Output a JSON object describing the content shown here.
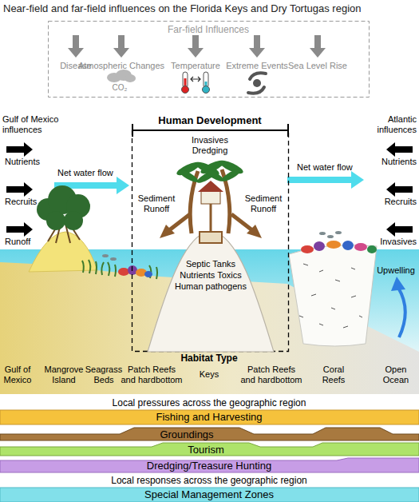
{
  "diagram": {
    "title": "Near-field and far-field influences on the Florida Keys and Dry Tortugas region",
    "nodes": [
      {
        "text": [
          "Far-field Influences"
        ]
      },
      {
        "text": [
          "Human Development",
          "Invasives Dredging"
        ]
      },
      {
        "text": [
          "Septic Tanks Nutrients Toxics Human pathogens"
        ],
        "in": 1
      },
      {
        "text": [
          "Fishing and Harvesting"
        ]
      },
      {
        "text": [
          "Groundings"
        ]
      },
      {
        "text": [
          "Tourism"
        ]
      },
      {
        "text": [
          "Dredging/Treasure Hunting"
        ]
      },
      {
        "text": [
          "Special Management Zones"
        ]
      }
    ],
    "labels": [
      "Disease",
      "Atmospheric Changes",
      "CO₂",
      "Temperature",
      "Extreme Events",
      "Sea Level Rise",
      "Gulf of Mexico influences",
      "Nutrients",
      "Recruits",
      "Runoff",
      "Net water flow",
      "Sediment Runoff",
      "Sediment Runoff",
      "Net water flow",
      "Atlantic influences",
      "Nutrients",
      "Recruits",
      "Invasives",
      "Upwelling",
      "Habitat Type",
      "Gulf of Mexico",
      "Mangrove Island",
      "Seagrass Beds",
      "Patch Reefs and hardbottom",
      "Keys",
      "Patch Reefs and hardbottom",
      "Coral Reefs",
      "Open Ocean",
      "Local pressures across the geographic region",
      "Local responses across the geographic region"
    ]
  }
}
